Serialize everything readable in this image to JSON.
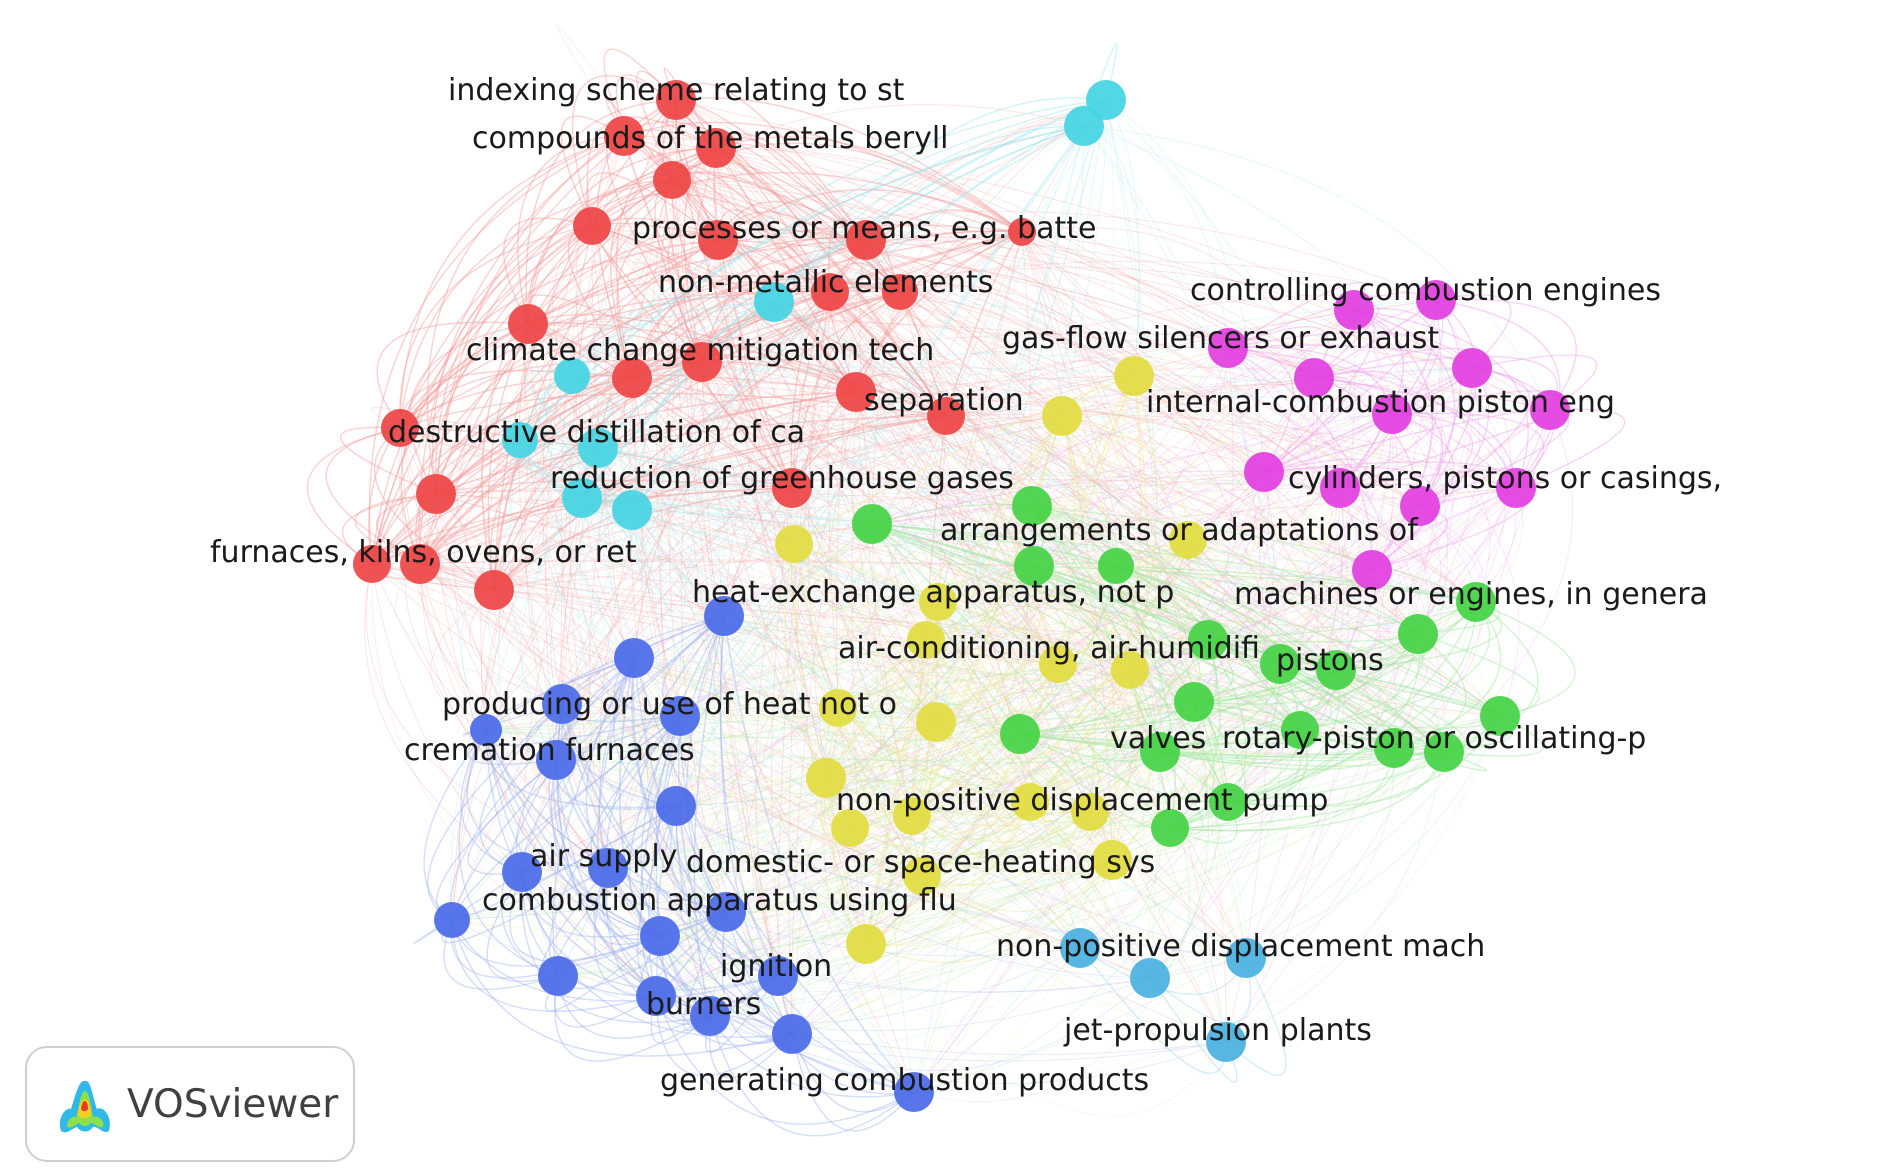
{
  "colors": {
    "red": "#ee4444",
    "cyan": "#44d4e2",
    "magenta": "#e23ee0",
    "green": "#44d244",
    "yellow": "#e2dc40",
    "blue": "#4a6ae8",
    "lightblue": "#4ab0e0"
  },
  "edge_colors": {
    "red": "#f49a9a",
    "cyan": "#9be6ee",
    "magenta": "#f0a0ee",
    "green": "#a0e6a0",
    "yellow": "#ece9a0",
    "blue": "#a0b4f2",
    "lightblue": "#a0d6ef"
  },
  "logo": {
    "text": "VOSviewer",
    "icon": "vosviewer-logo-icon"
  },
  "labels": [
    {
      "id": "l1",
      "text": "indexing scheme relating to st",
      "cluster": "red"
    },
    {
      "id": "l2",
      "text": "compounds of the metals beryll",
      "cluster": "red"
    },
    {
      "id": "l3",
      "text": "processes or means, e.g. batte",
      "cluster": "red"
    },
    {
      "id": "l4",
      "text": "non-metallic elements",
      "cluster": "red"
    },
    {
      "id": "l5",
      "text": "controlling combustion engines",
      "cluster": "magenta"
    },
    {
      "id": "l6",
      "text": "gas-flow silencers or exhaust",
      "cluster": "magenta"
    },
    {
      "id": "l7",
      "text": "climate change mitigation tech",
      "cluster": "red"
    },
    {
      "id": "l8",
      "text": "separation",
      "cluster": "red"
    },
    {
      "id": "l9",
      "text": "internal-combustion piston eng",
      "cluster": "magenta"
    },
    {
      "id": "l10",
      "text": "destructive distillation of ca",
      "cluster": "red"
    },
    {
      "id": "l11",
      "text": "reduction of greenhouse gases",
      "cluster": "red"
    },
    {
      "id": "l12",
      "text": "cylinders, pistons or casings,",
      "cluster": "magenta"
    },
    {
      "id": "l13",
      "text": "arrangements or adaptations of",
      "cluster": "green"
    },
    {
      "id": "l14",
      "text": "furnaces, kilns, ovens, or ret",
      "cluster": "red"
    },
    {
      "id": "l15",
      "text": "heat-exchange apparatus, not p",
      "cluster": "yellow"
    },
    {
      "id": "l16",
      "text": "machines or engines, in genera",
      "cluster": "green"
    },
    {
      "id": "l17",
      "text": "air-conditioning, air-humidifi",
      "cluster": "yellow"
    },
    {
      "id": "l18",
      "text": "pistons",
      "cluster": "green"
    },
    {
      "id": "l19",
      "text": "producing or use of heat not o",
      "cluster": "blue"
    },
    {
      "id": "l20",
      "text": "cremation furnaces",
      "cluster": "blue"
    },
    {
      "id": "l21",
      "text": "valves",
      "cluster": "green"
    },
    {
      "id": "l22",
      "text": "rotary-piston or oscillating-p",
      "cluster": "green"
    },
    {
      "id": "l23",
      "text": "non-positive displacement pump",
      "cluster": "yellow"
    },
    {
      "id": "l24",
      "text": "air supply",
      "cluster": "blue"
    },
    {
      "id": "l25",
      "text": "domestic- or space-heating sys",
      "cluster": "yellow"
    },
    {
      "id": "l26",
      "text": "combustion apparatus using flu",
      "cluster": "blue"
    },
    {
      "id": "l27",
      "text": "non-positive displacement mach",
      "cluster": "lightblue"
    },
    {
      "id": "l28",
      "text": "ignition",
      "cluster": "blue"
    },
    {
      "id": "l29",
      "text": "burners",
      "cluster": "blue"
    },
    {
      "id": "l30",
      "text": "jet-propulsion plants",
      "cluster": "lightblue"
    },
    {
      "id": "l31",
      "text": "generating combustion products",
      "cluster": "blue"
    }
  ]
}
